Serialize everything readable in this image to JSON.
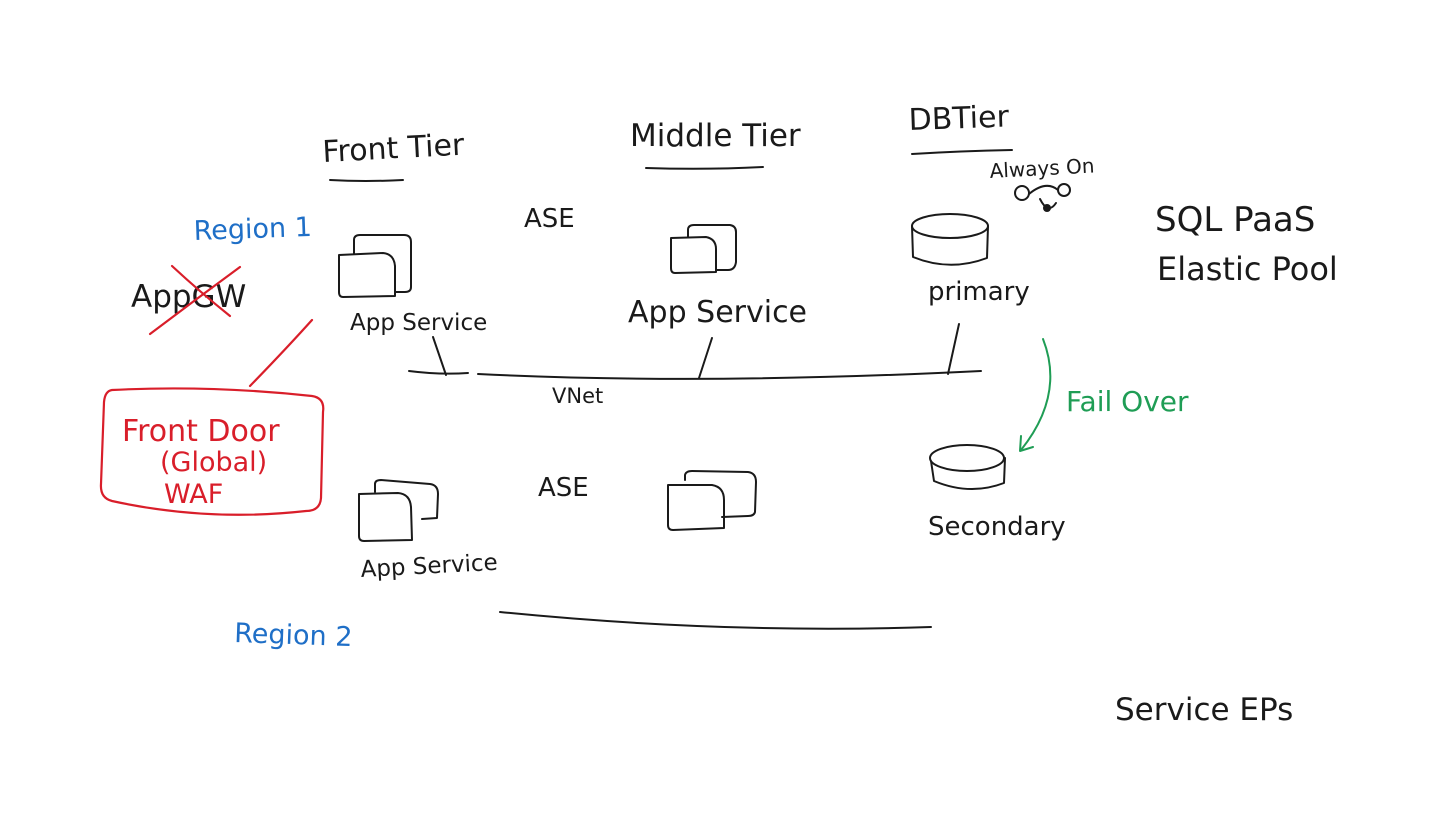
{
  "colors": {
    "ink": "#1a1a1a",
    "region": "#1f6fc7",
    "frontdoor": "#d91e2a",
    "failover": "#1f9d55",
    "background": "#ffffff"
  },
  "tiers": {
    "front": "Front Tier",
    "middle": "Middle Tier",
    "db": "DBTier"
  },
  "regions": {
    "region1": "Region 1",
    "region2": "Region 2"
  },
  "appgw": "AppGW",
  "frontdoor": {
    "line1": "Front Door",
    "line2": "(Global)",
    "line3": "WAF"
  },
  "region1": {
    "ase": "ASE",
    "front_app": "App Service",
    "middle_app": "App Service",
    "vnet": "VNet",
    "db_primary": "primary",
    "always_on": "Always On"
  },
  "region2": {
    "ase": "ASE",
    "front_app": "App Service",
    "db_secondary": "Secondary"
  },
  "failover": "Fail Over",
  "sql": {
    "line1": "SQL PaaS",
    "line2": "Elastic Pool"
  },
  "service_eps": "Service EPs"
}
